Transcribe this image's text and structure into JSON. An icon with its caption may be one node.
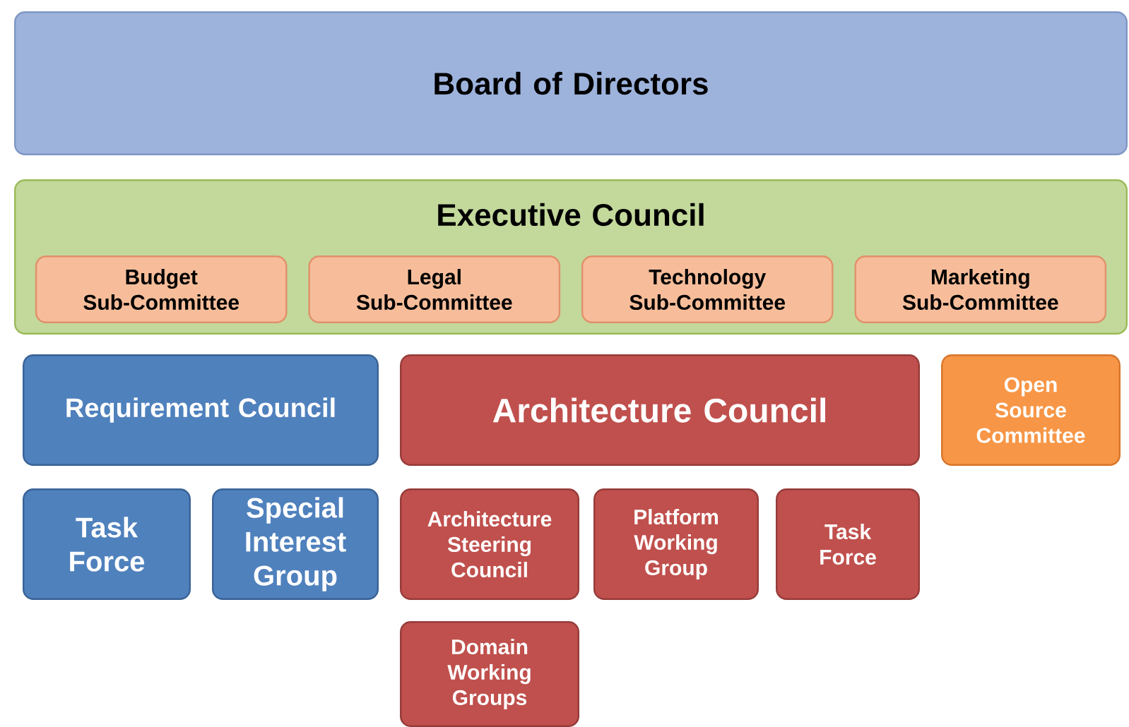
{
  "diagram": {
    "nodes": [
      {
        "text": [
          "Board of Directors"
        ]
      },
      {
        "text": [
          "Executive Council"
        ]
      },
      {
        "text": [
          "Budget Sub-Committee"
        ],
        "in": 1
      },
      {
        "text": [
          "Legal Sub-Committee"
        ],
        "in": 1
      },
      {
        "text": [
          "Technology Sub-Committee"
        ],
        "in": 1
      },
      {
        "text": [
          "Marketing Sub-Committee"
        ],
        "in": 1
      },
      {
        "text": [
          "Requirement Council"
        ]
      },
      {
        "text": [
          "Architecture Council"
        ]
      },
      {
        "text": [
          "Open Source Committee"
        ]
      },
      {
        "text": [
          "Task Force"
        ]
      },
      {
        "text": [
          "Special Interest Group"
        ]
      },
      {
        "text": [
          "Architecture Steering Council"
        ]
      },
      {
        "text": [
          "Platform Working Group"
        ]
      },
      {
        "text": [
          "Task Force"
        ]
      },
      {
        "text": [
          "Domain Working Groups"
        ]
      }
    ]
  }
}
